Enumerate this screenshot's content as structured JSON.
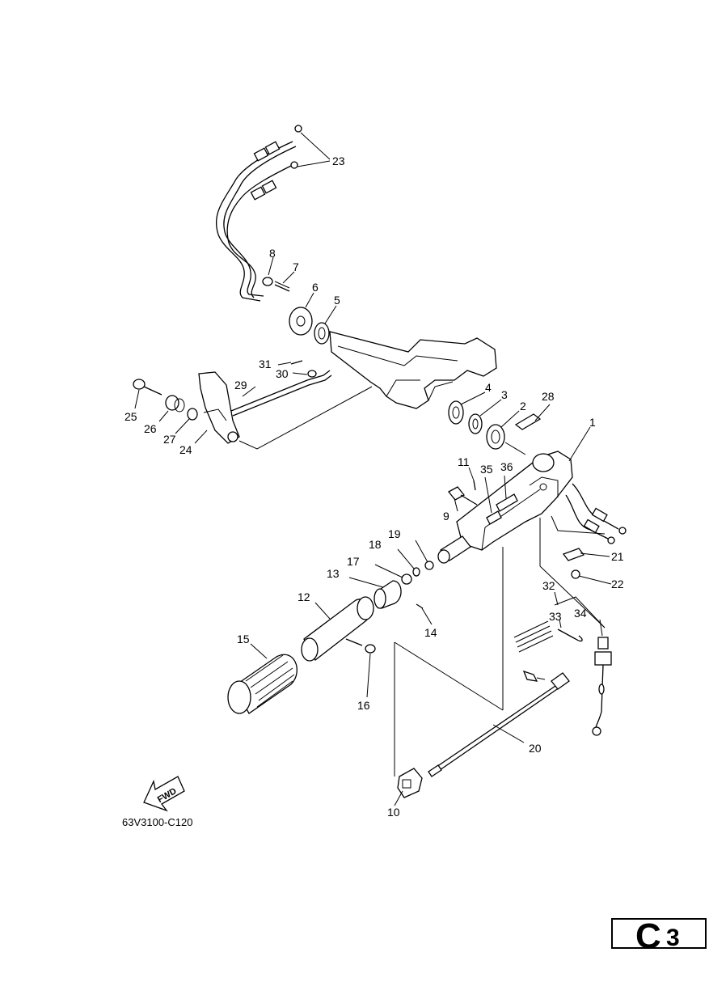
{
  "diagram": {
    "part_labels": [
      "1",
      "2",
      "3",
      "4",
      "5",
      "6",
      "7",
      "8",
      "9",
      "10",
      "11",
      "12",
      "13",
      "14",
      "15",
      "16",
      "17",
      "18",
      "19",
      "20",
      "21",
      "22",
      "23",
      "24",
      "25",
      "26",
      "27",
      "28",
      "29",
      "30",
      "31",
      "32",
      "33",
      "34",
      "35",
      "36"
    ],
    "fwd_label": "FWD",
    "drawing_code": "63V3100-C120"
  },
  "page_badge": {
    "letter": "C",
    "number": "3"
  }
}
